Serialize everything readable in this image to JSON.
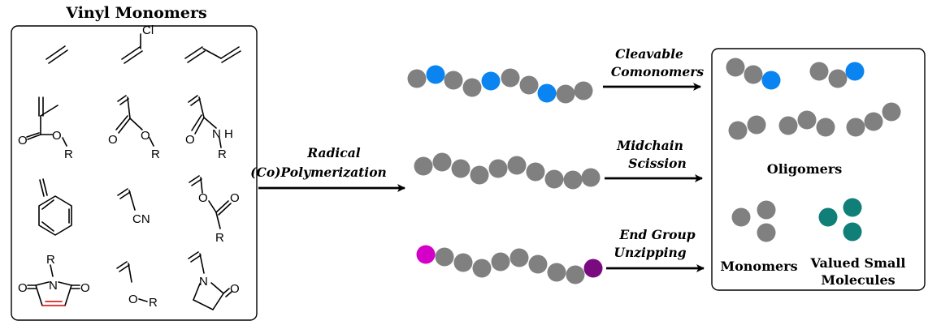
{
  "titles": {
    "left_panel": "Vinyl Monomers",
    "oligomers": "Oligomers",
    "monomers": "Monomers",
    "valued_line1": "Valued Small",
    "valued_line2": "Molecules"
  },
  "main_arrow": {
    "line1": "Radical",
    "line2": "(Co)Polymerization"
  },
  "pathways": [
    {
      "line1": "Cleavable",
      "line2": "Comonomers"
    },
    {
      "line1": "Midchain",
      "line2": "Scission"
    },
    {
      "line1": "End Group",
      "line2": "Unzipping"
    }
  ],
  "atoms": {
    "cl": "Cl",
    "o": "O",
    "r": "R",
    "nh": "NH",
    "h": "H",
    "n": "N",
    "cn": "CN"
  },
  "colors": {
    "gray": "#808080",
    "blue": "#0a84f0",
    "magenta": "#d400c8",
    "purple": "#7a0a80",
    "teal": "#0f7f78",
    "maleimide_bond": "#d40000"
  }
}
